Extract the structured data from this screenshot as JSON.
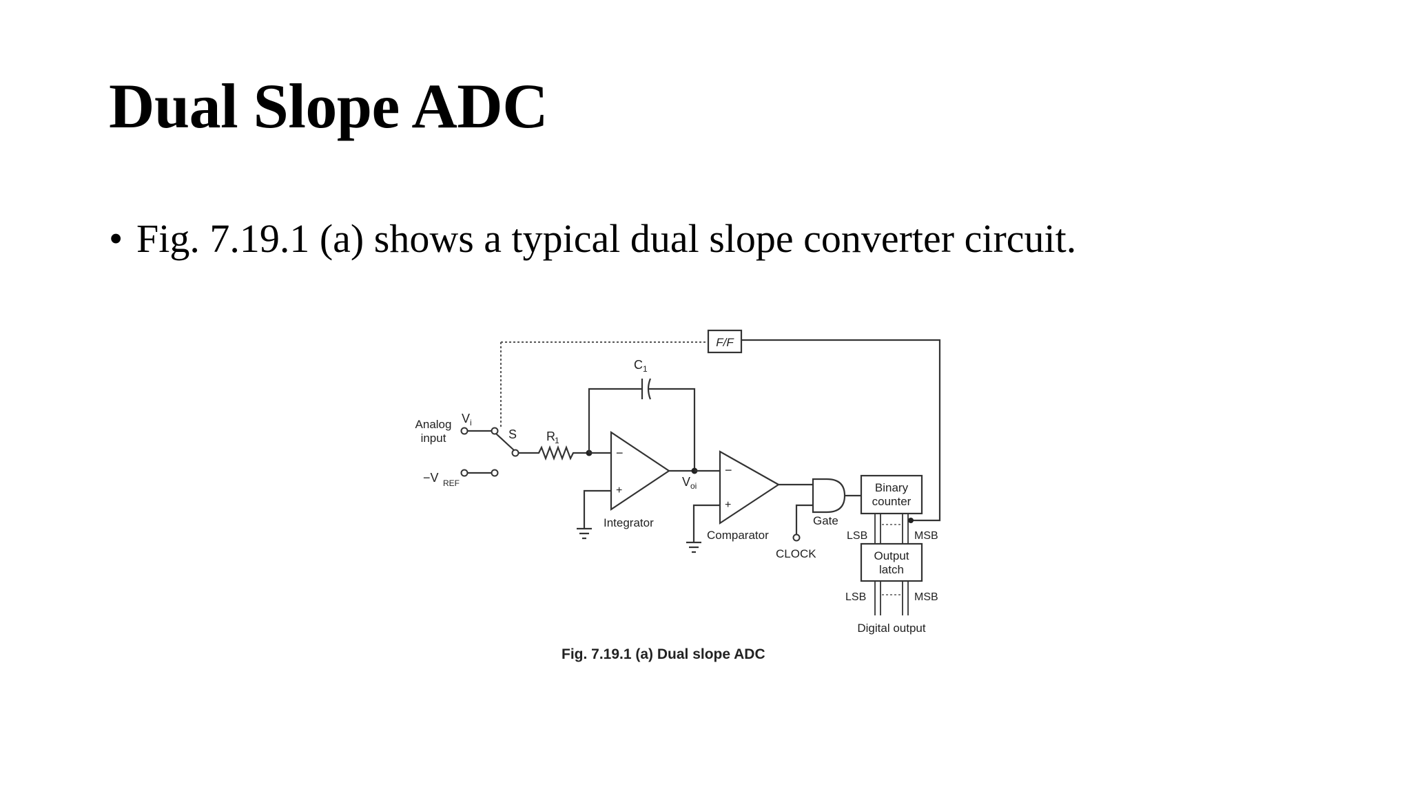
{
  "slide": {
    "title": "Dual Slope ADC",
    "bullet_text": "Fig. 7.19.1 (a) shows a typical dual slope converter circuit."
  },
  "figure": {
    "caption": "Fig. 7.19.1 (a) Dual slope ADC",
    "labels": {
      "ff": "F/F",
      "c1_main": "C",
      "c1_sub": "1",
      "analog_line1": "Analog",
      "analog_line2": "input",
      "vi_main": "V",
      "vi_sub": "i",
      "switch": "S",
      "r1_main": "R",
      "r1_sub": "1",
      "vref_main": "−V",
      "vref_sub": "REF",
      "voi_main": "V",
      "voi_sub": "oi",
      "integrator": "Integrator",
      "comparator": "Comparator",
      "gate": "Gate",
      "clock": "CLOCK",
      "binary_line1": "Binary",
      "binary_line2": "counter",
      "latch_line1": "Output",
      "latch_line2": "latch",
      "lsb_top": "LSB",
      "msb_top": "MSB",
      "lsb_bottom": "LSB",
      "msb_bottom": "MSB",
      "digital_output": "Digital output",
      "minus_int": "−",
      "plus_int": "+",
      "minus_cmp": "−",
      "plus_cmp": "+"
    }
  }
}
